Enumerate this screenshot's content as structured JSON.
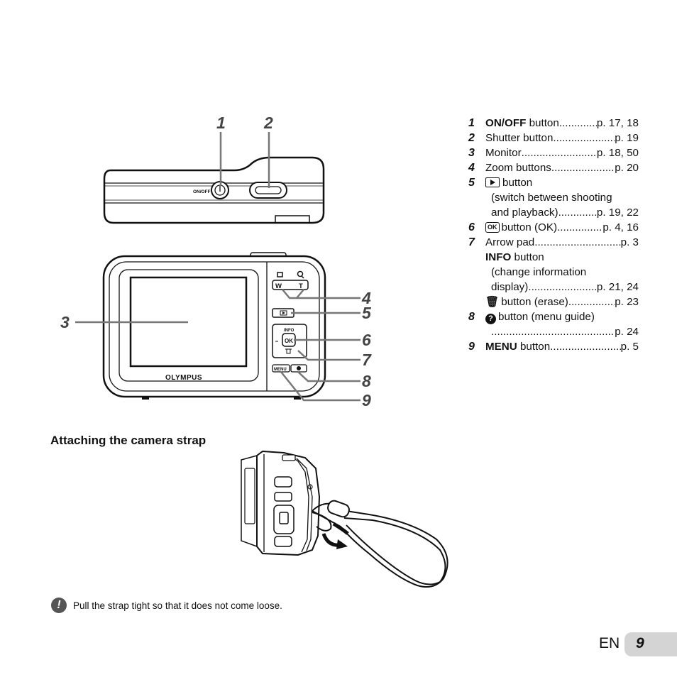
{
  "callouts": {
    "c1": "1",
    "c2": "2",
    "c3": "3",
    "c4": "4",
    "c5": "5",
    "c6": "6",
    "c7": "7",
    "c8": "8",
    "c9": "9"
  },
  "camera_labels": {
    "on_off": "ON/OFF",
    "brand": "OLYMPUS",
    "zoom_wide": "W",
    "zoom_tele": "T",
    "info": "INFO",
    "ok": "OK",
    "menu": "MENU"
  },
  "legend": [
    {
      "num": "1",
      "name": "ON/OFF",
      "suffix": " button",
      "page": "p. 17, 18"
    },
    {
      "num": "2",
      "name": "Shutter button",
      "page": "p. 19"
    },
    {
      "num": "3",
      "name": "Monitor ",
      "page": "p. 18, 50"
    },
    {
      "num": "4",
      "name": "Zoom buttons ",
      "page": "p. 20"
    },
    {
      "num": "5",
      "name": "button",
      "desc1": "(switch between shooting",
      "desc2": "and playback) ",
      "page": "p. 19, 22"
    },
    {
      "num": "6",
      "icon": "OK",
      "name": "button (OK) ",
      "page": "p. 4, 16"
    },
    {
      "num": "7",
      "name": "Arrow pad",
      "page": "p. 3",
      "sub_bold": "INFO",
      "sub": " button",
      "desc1": "(change information",
      "desc2": "display) ",
      "page2": "p. 21, 24",
      "erase": "button (erase) ",
      "page3": "p. 23"
    },
    {
      "num": "8",
      "name": "button (menu guide)",
      "page": "p. 24"
    },
    {
      "num": "9",
      "name": "MENU",
      "suffix": " button ",
      "page": "p. 5"
    }
  ],
  "section_heading": "Attaching the camera strap",
  "note": "Pull the strap tight so that it does not come loose.",
  "footer": {
    "lang": "EN",
    "page": "9"
  }
}
